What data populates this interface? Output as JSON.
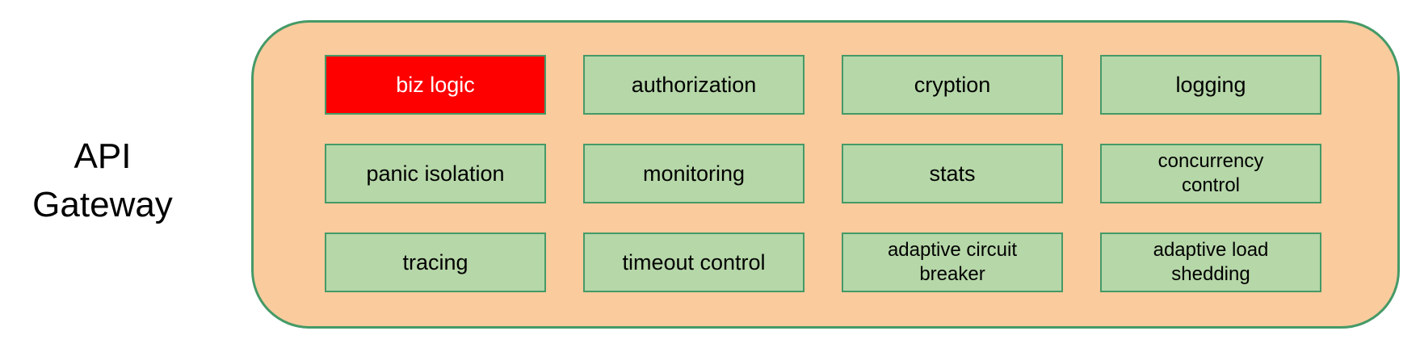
{
  "title": "API Gateway",
  "colors": {
    "background": "#FFFFFF",
    "container_fill": "#FACB9D",
    "container_border": "#459A67",
    "module_fill": "#B6D7A8",
    "module_border": "#459A67",
    "highlight_fill": "#FF0000",
    "highlight_text": "#FFFFFF",
    "text": "#000000"
  },
  "gateway": {
    "items": [
      {
        "label": "biz logic",
        "highlight": true
      },
      {
        "label": "authorization",
        "highlight": false
      },
      {
        "label": "cryption",
        "highlight": false
      },
      {
        "label": "logging",
        "highlight": false
      },
      {
        "label": "panic isolation",
        "highlight": false
      },
      {
        "label": "monitoring",
        "highlight": false
      },
      {
        "label": "stats",
        "highlight": false
      },
      {
        "label": "concurrency control",
        "highlight": false
      },
      {
        "label": "tracing",
        "highlight": false
      },
      {
        "label": "timeout control",
        "highlight": false
      },
      {
        "label": "adaptive circuit breaker",
        "highlight": false
      },
      {
        "label": "adaptive load shedding",
        "highlight": false
      }
    ]
  }
}
